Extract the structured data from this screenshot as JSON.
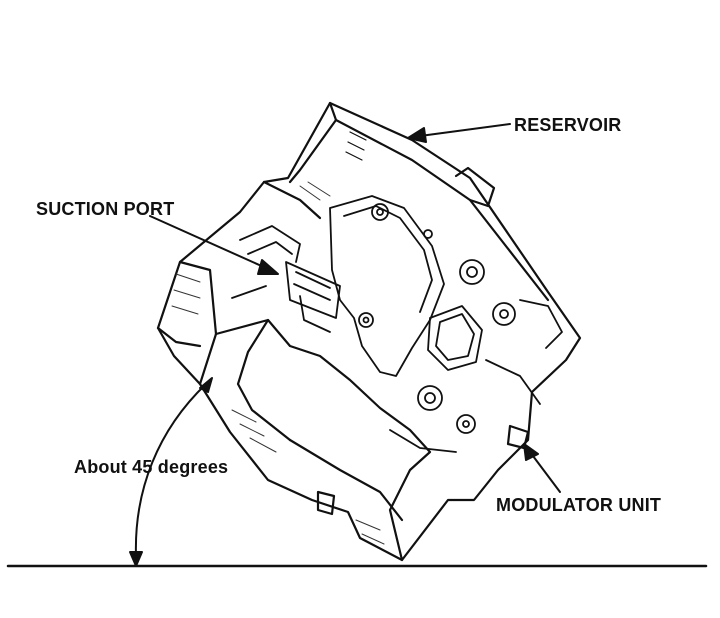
{
  "labels": {
    "reservoir": "RESERVOIR",
    "suction_port": "SUCTION PORT",
    "angle": "About 45 degrees",
    "modulator_unit": "MODULATOR UNIT"
  },
  "colors": {
    "ink": "#111111",
    "paper": "#ffffff"
  }
}
